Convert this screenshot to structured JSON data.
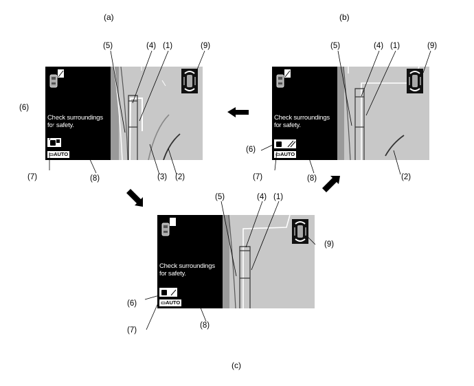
{
  "panels": {
    "a": {
      "label": "(a)",
      "message_line1": "Check surroundings",
      "message_line2": "for safety.",
      "auto_text": "AUTO",
      "callouts": [
        "(1)",
        "(2)",
        "(3)",
        "(4)",
        "(5)",
        "(6)",
        "(7)",
        "(8)",
        "(9)"
      ]
    },
    "b": {
      "label": "(b)",
      "message_line1": "Check surroundings",
      "message_line2": "for safety.",
      "auto_text": "AUTO",
      "callouts": [
        "(1)",
        "(2)",
        "(4)",
        "(5)",
        "(6)",
        "(7)",
        "(8)",
        "(9)"
      ]
    },
    "c": {
      "label": "(c)",
      "message_line1": "Check surroundings",
      "message_line2": "for safety.",
      "auto_text": "AUTO",
      "callouts": [
        "(1)",
        "(4)",
        "(5)",
        "(6)",
        "(7)",
        "(8)",
        "(9)"
      ]
    }
  },
  "flow": [
    "a-to-c",
    "c-to-b",
    "b-to-a"
  ]
}
